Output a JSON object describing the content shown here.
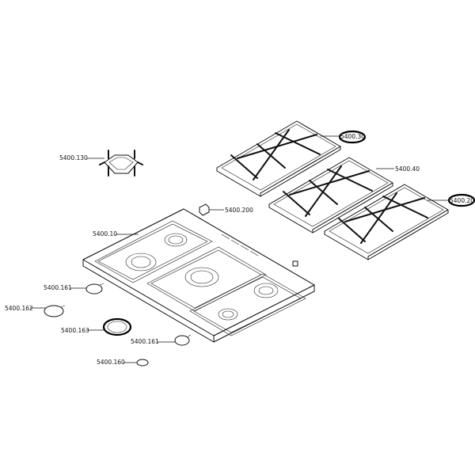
{
  "labels": {
    "pan_support_single": "5400.130",
    "hob_top": "5400.10",
    "clip": "5400.200",
    "grate_top": "5400.30",
    "grate_middle": "5400.40",
    "grate_bottom": "5400.20",
    "ring_161_a": "5400.161",
    "ring_162": "5400.162",
    "ring_163": "5400.163",
    "ring_161_b": "5400.161",
    "ring_160": "5400.160"
  }
}
